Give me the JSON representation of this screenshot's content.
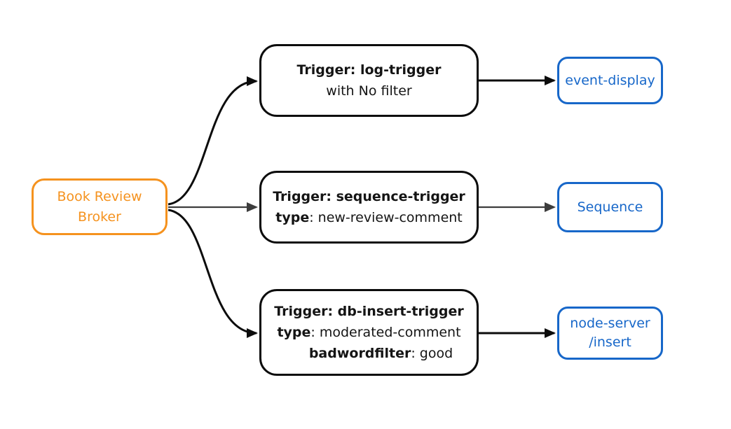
{
  "diagram": {
    "broker": {
      "label_line1": "Book Review",
      "label_line2": "Broker"
    },
    "triggers": [
      {
        "title": "Trigger: log-trigger",
        "subtitle": "with No filter"
      },
      {
        "title": "Trigger: sequence-trigger",
        "attrs": [
          {
            "key": "type",
            "value": ": new-review-comment"
          }
        ]
      },
      {
        "title": "Trigger: db-insert-trigger",
        "attrs": [
          {
            "key": "type",
            "value": ": moderated-comment"
          },
          {
            "key": "badwordfilter",
            "value": ": good"
          }
        ]
      }
    ],
    "sinks": [
      {
        "label": "event-display"
      },
      {
        "label": "Sequence"
      },
      {
        "label_line1": "node-server",
        "label_line2": "/insert"
      }
    ],
    "edges": [
      {
        "from": "broker",
        "to": "trigger-log",
        "style": "curved-black"
      },
      {
        "from": "broker",
        "to": "trigger-sequence",
        "style": "straight-gray"
      },
      {
        "from": "broker",
        "to": "trigger-db-insert",
        "style": "curved-black"
      },
      {
        "from": "trigger-log",
        "to": "event-display",
        "style": "straight-black"
      },
      {
        "from": "trigger-sequence",
        "to": "sequence",
        "style": "straight-gray"
      },
      {
        "from": "trigger-db-insert",
        "to": "node-server-insert",
        "style": "straight-black"
      }
    ],
    "colors": {
      "broker_accent": "#F5921E",
      "trigger_border": "#0c0c0c",
      "sink_accent": "#1767C9",
      "arrow_black": "#0c0c0c",
      "arrow_gray": "#3d3d3d",
      "background": "#ffffff"
    }
  }
}
